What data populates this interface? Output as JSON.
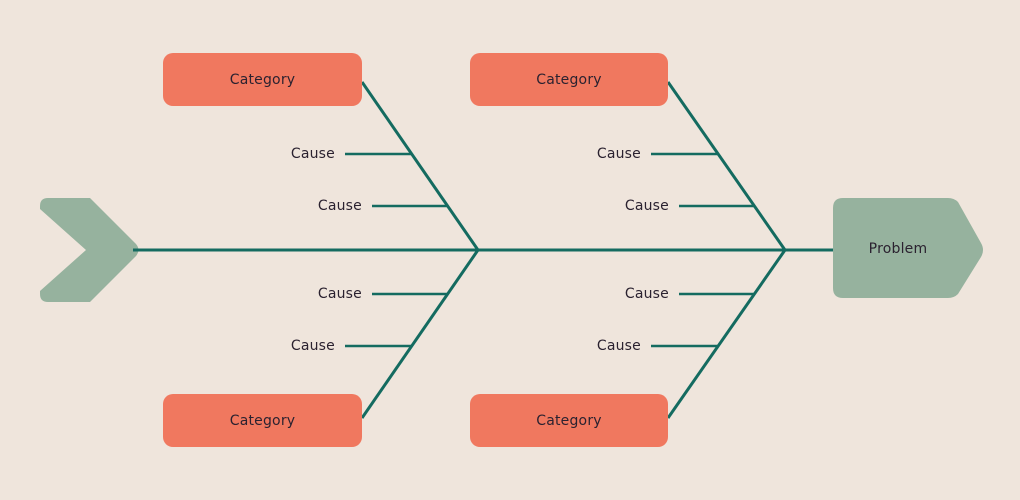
{
  "diagram": {
    "type": "fishbone-ishikawa",
    "background_color": "#efe5dc",
    "colors": {
      "category_fill": "#f0785f",
      "head_fill": "#96b29e",
      "tail_fill": "#96b29e",
      "line": "#146b60",
      "text": "#2b2230"
    },
    "head": {
      "label": "Problem"
    },
    "tail": {
      "name": "tail-chevron"
    },
    "categories": [
      {
        "id": "top-left",
        "label": "Category"
      },
      {
        "id": "top-right",
        "label": "Category"
      },
      {
        "id": "bottom-left",
        "label": "Category"
      },
      {
        "id": "bottom-right",
        "label": "Category"
      }
    ],
    "causes": [
      {
        "id": "tl-cause-1",
        "label": "Cause"
      },
      {
        "id": "tl-cause-2",
        "label": "Cause"
      },
      {
        "id": "tr-cause-1",
        "label": "Cause"
      },
      {
        "id": "tr-cause-2",
        "label": "Cause"
      },
      {
        "id": "bl-cause-1",
        "label": "Cause"
      },
      {
        "id": "bl-cause-2",
        "label": "Cause"
      },
      {
        "id": "br-cause-1",
        "label": "Cause"
      },
      {
        "id": "br-cause-2",
        "label": "Cause"
      }
    ]
  }
}
